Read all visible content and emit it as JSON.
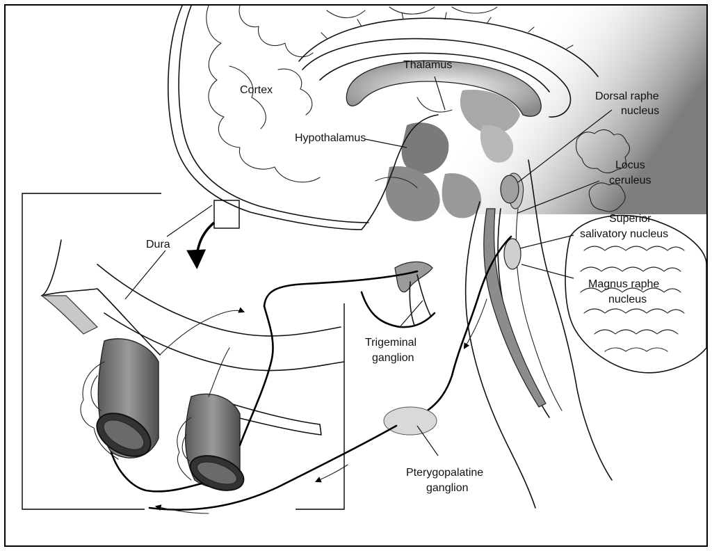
{
  "labels": {
    "cortex": "Cortex",
    "thalamus": "Thalamus",
    "hypothalamus": "Hypothalamus",
    "dorsal_raphe_line1": "Dorsal raphe",
    "dorsal_raphe_line2": "nucleus",
    "locus_line1": "Locus",
    "locus_line2": "ceruleus",
    "superior_line1": "Superior",
    "superior_line2": "salivatory nucleus",
    "magnus_line1": "Magnus raphe",
    "magnus_line2": "nucleus",
    "dura": "Dura",
    "trigeminal_line1": "Trigeminal",
    "trigeminal_line2": "ganglion",
    "pterygo_line1": "Pterygopalatine",
    "pterygo_line2": "ganglion"
  },
  "colors": {
    "shade_dark": "#7a7a7a",
    "shade_mid": "#a8a8a8",
    "shade_light": "#d4d4d4",
    "ink": "#111111"
  }
}
